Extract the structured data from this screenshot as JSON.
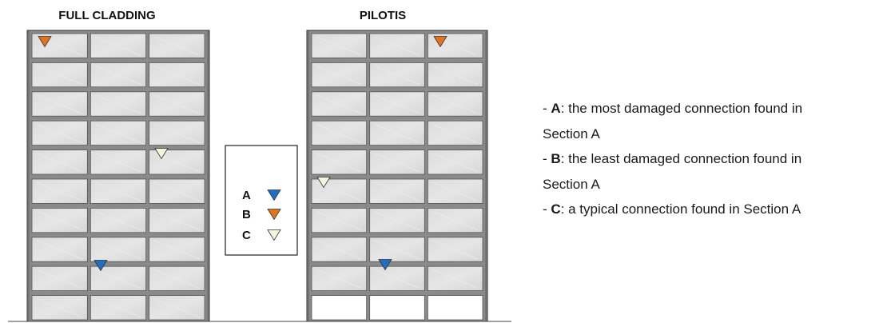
{
  "titles": {
    "left": "FULL CLADDING",
    "right": "PILOTIS"
  },
  "colors": {
    "A": "#1f6fc4",
    "B": "#e3731d",
    "C": "#f3f5df",
    "panel": "#d9d9d9",
    "frame": "#7f7f7f"
  },
  "legend_box": {
    "items": [
      {
        "label": "A",
        "color": "#1f6fc4"
      },
      {
        "label": "B",
        "color": "#e3731d"
      },
      {
        "label": "C",
        "color": "#f3f5df"
      }
    ]
  },
  "notes": [
    {
      "key": "A",
      "prefix": "- ",
      "text": ": the most damaged connection found in",
      "cont": "Section A"
    },
    {
      "key": "B",
      "prefix": "- ",
      "text": ": the least damaged connection found in",
      "cont": "Section A"
    },
    {
      "key": "C",
      "prefix": "- ",
      "text": ": a typical connection found in Section A",
      "cont": ""
    }
  ]
}
